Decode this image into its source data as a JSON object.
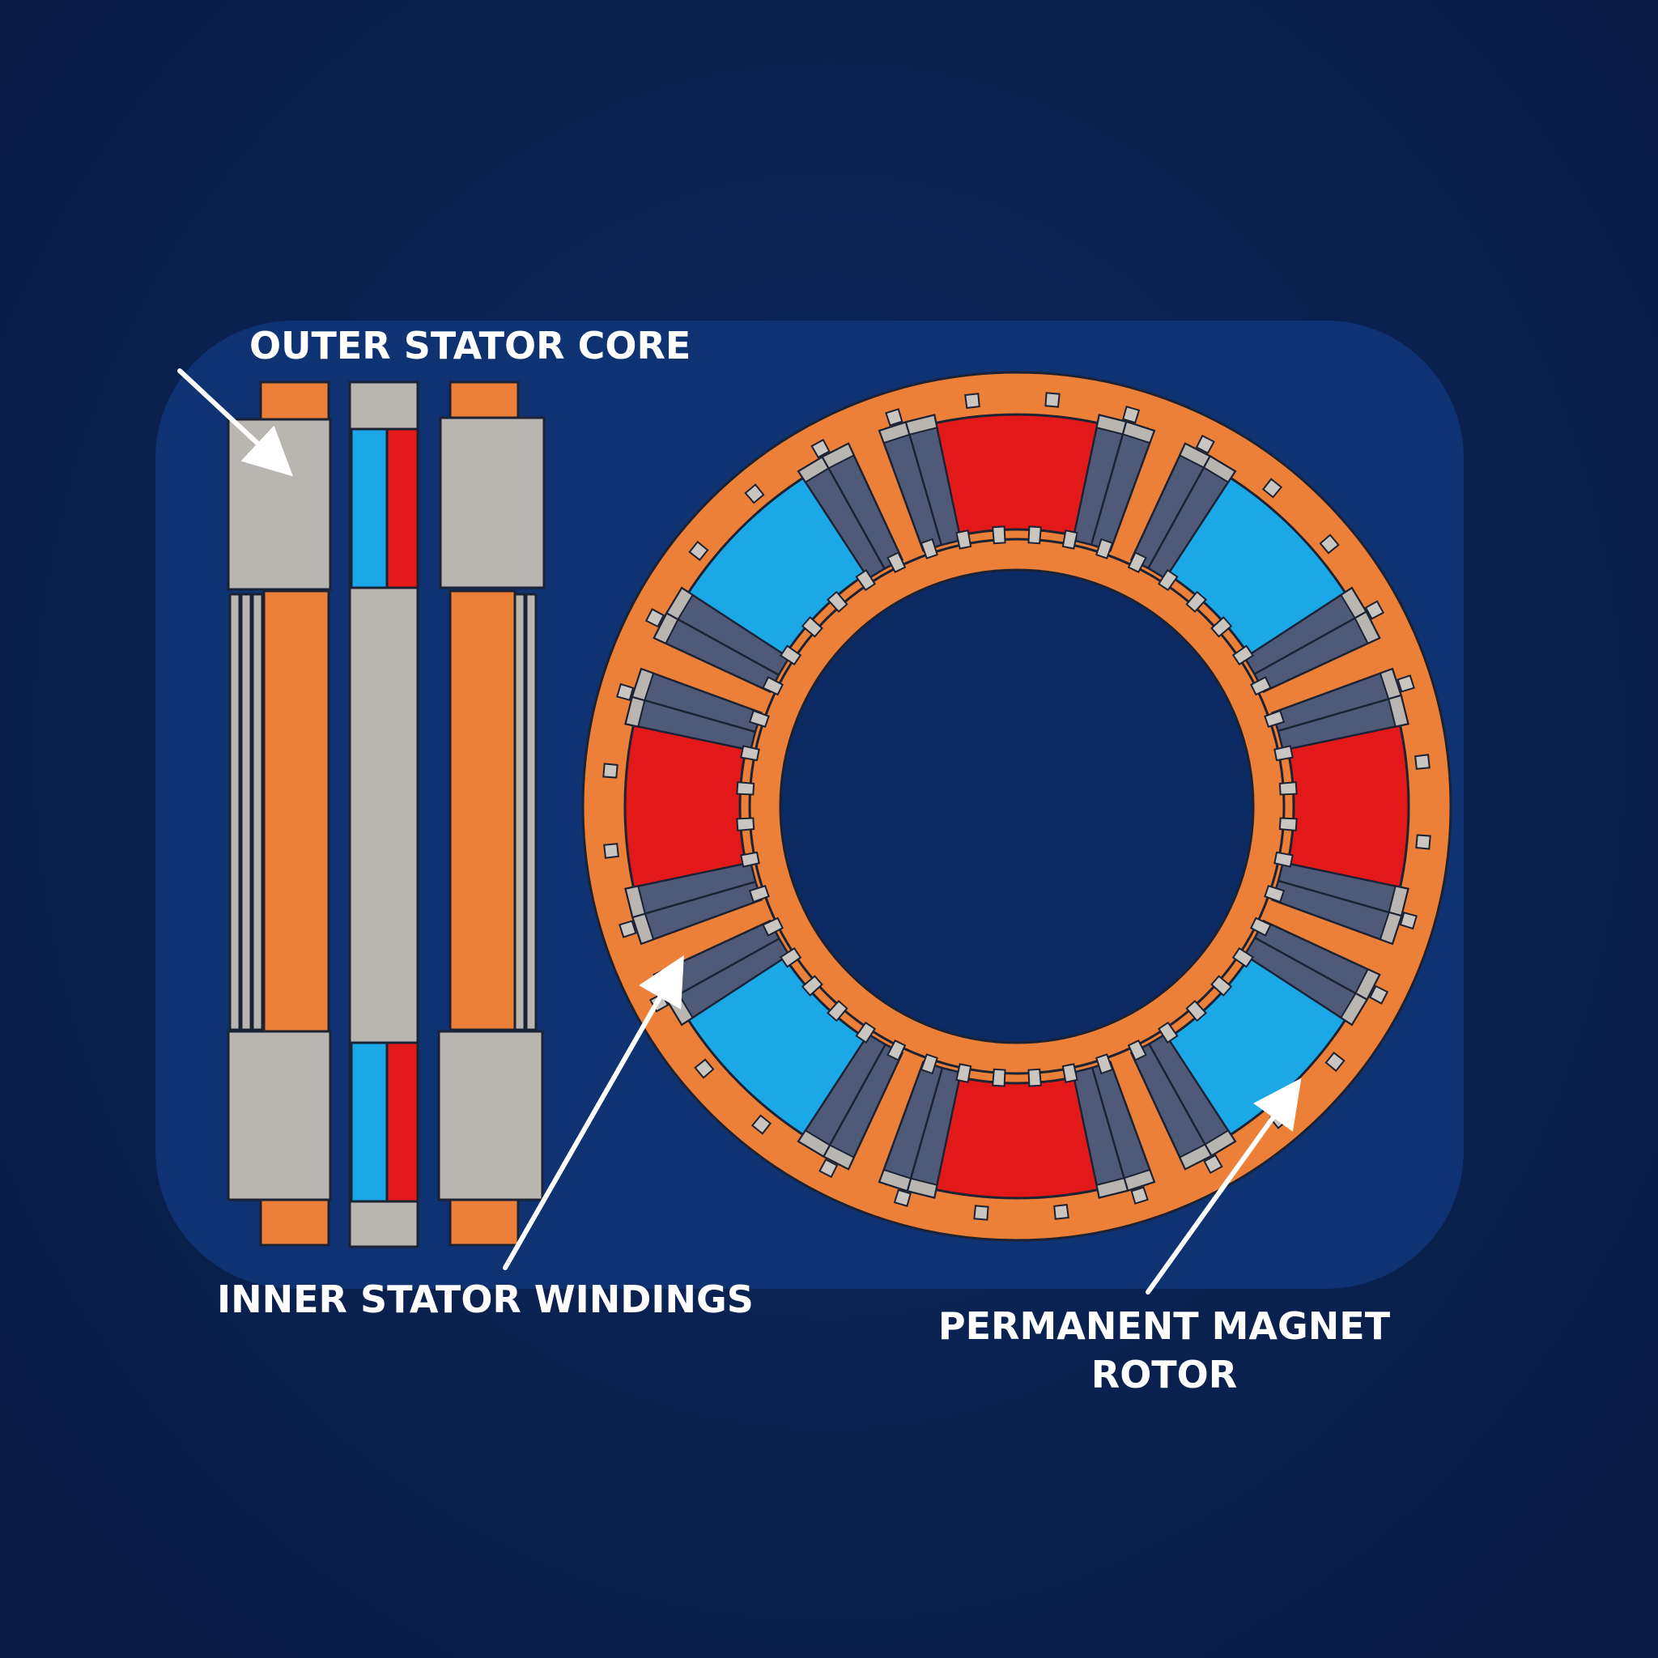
{
  "labels": {
    "outer_stator_core": "OUTER STATOR CORE",
    "inner_stator_windings": "INNER STATOR WINDINGS",
    "permanent_magnet_rotor": "PERMANENT MAGNET\nROTOR"
  },
  "colors": {
    "background": "#0a2150",
    "panel": "#0f3272",
    "core_gray": "#b9b6b2",
    "orange": "#ec8038",
    "magnet_red": "#e31919",
    "magnet_blue": "#1aa8e6",
    "winding_slate": "#4e5a78",
    "tooth_tan": "#d7a078",
    "outline": "#1b2233",
    "arrow": "#ffffff"
  }
}
